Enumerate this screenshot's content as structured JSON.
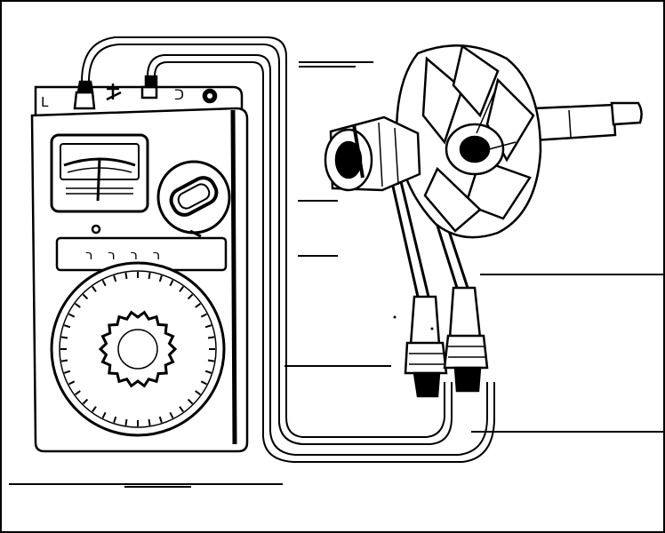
{
  "figure": {
    "ink_color": "#000000",
    "paper_color": "#ffffff",
    "meter_markings": {
      "top_left": "L",
      "top_right": "ᑐ",
      "mode_strip": "ר ר ר ר"
    }
  }
}
